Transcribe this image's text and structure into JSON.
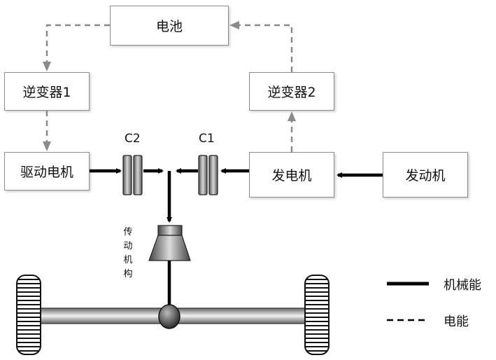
{
  "boxes": {
    "battery": "电池",
    "inverter1": "逆变器1",
    "inverter2": "逆变器2",
    "drive_motor": "驱动电机",
    "generator": "发电机",
    "engine": "发动机"
  },
  "clutches": {
    "c1": "C1",
    "c2": "C2"
  },
  "transmission": [
    "传",
    "动",
    "机",
    "构"
  ],
  "legend": {
    "mechanical": "机械能",
    "electrical": "电能"
  },
  "colors": {
    "mechanical_line": "#000000",
    "electrical_line": "#808080"
  }
}
